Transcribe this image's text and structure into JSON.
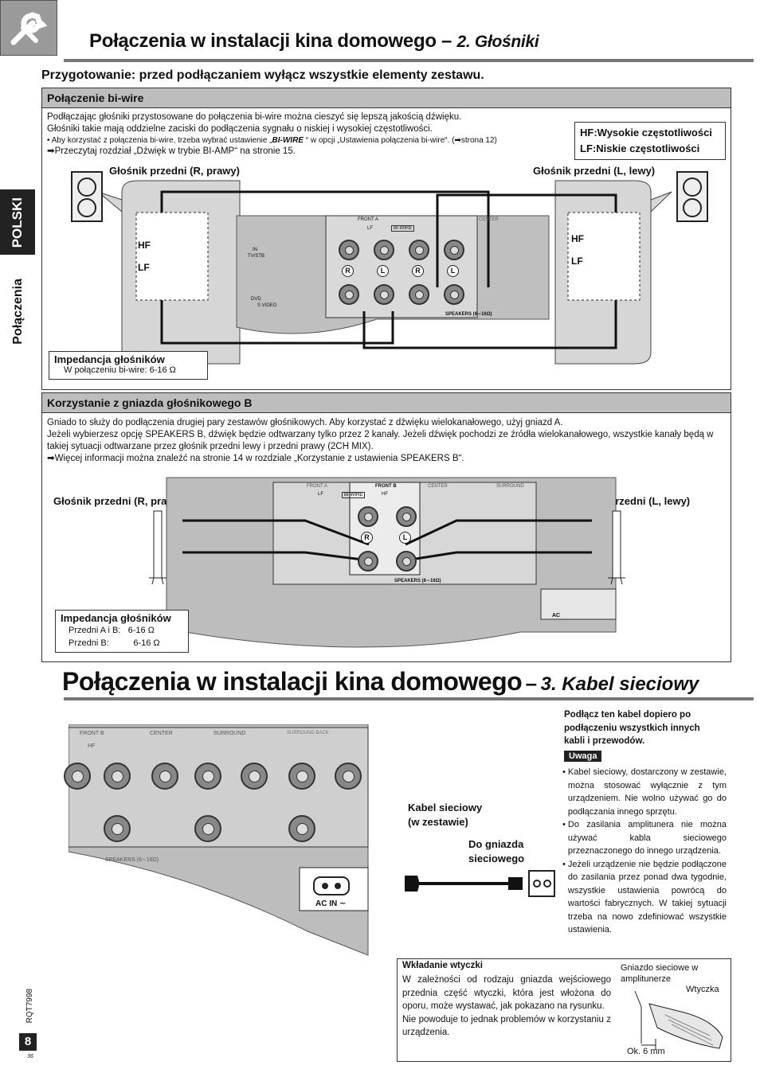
{
  "header": {
    "title_main": "Połączenia w instalacji kina domowego –",
    "title_sub": "2. Głośniki",
    "preparation": "Przygotowanie: przed podłączaniem wyłącz wszystkie elementy zestawu."
  },
  "sidebar": {
    "language": "POLSKI",
    "section": "Połączenia"
  },
  "biwire": {
    "heading": "Połączenie bi-wire",
    "p1": "Podłączając głośniki przystosowane do połączenia bi-wire można cieszyć się lepszą jakością dźwięku.",
    "p2": "Głośniki takie mają oddzielne zaciski do podłączenia sygnału o niskiej i wysokiej częstotliwości.",
    "p3_a": "• Aby korzystać z połączenia bi-wire, trzeba wybrać ustawienie „",
    "p3_em": "BI-WIRE",
    "p3_b": " “ w opcji „Ustawienia połączenia bi-wire“. (➡strona 12)",
    "p4": "➡Przeczytaj rozdział „Dźwięk w trybie BI-AMP“ na stronie 15.",
    "legend_hf": "HF:Wysokie częstotliwości",
    "legend_lf": "LF:Niskie częstotliwości",
    "speaker_right": "Głośnik przedni (R, prawy)",
    "speaker_left": "Głośnik przedni (L, lewy)",
    "hf": "HF",
    "lf": "LF",
    "imp_title": "Impedancja głośników",
    "imp_line": "W połączeniu bi-wire:  6-16 Ω",
    "panel_front_a": "FRONT A",
    "panel_lf": "LF",
    "panel_biwire": "BI-WIRE",
    "panel_center": "CENTER",
    "panel_speakers": "SPEAKERS (6∼16Ω)",
    "panel_in": "IN",
    "panel_tvstb": "TV/STB",
    "panel_dvd": "DVD",
    "panel_svideo": "S VIDEO",
    "r": "R",
    "l": "L"
  },
  "speakersb": {
    "heading": "Korzystanie z gniazda głośnikowego B",
    "p1": "Gniado to służy do podłączenia drugiej pary zestawów głośnikowych. Aby korzystać z dźwięku wielokanałowego, użyj gniazd A.",
    "p2": "Jeżeli wybierzesz opcję SPEAKERS B, dźwięk będzie odtwarzany tylko przez 2 kanały. Jeżeli dźwięk pochodzi ze źródła wielokanałowego, wszystkie kanały będą w takiej sytuacji odtwarzane przez głośnik przedni lewy i przedni prawy (2CH MIX).",
    "p3": "➡Więcej informacji można znaleźć na stronie 14 w rozdziale „Korzystanie z ustawienia SPEAKERS B“.",
    "speaker_right": "Głośnik przedni (R, prawy)",
    "speaker_left": "Głośnik przedni (L, lewy)",
    "imp_title": "Impedancja głośników",
    "imp_a_label": "Przedni A i B:",
    "imp_a_val": "6-16 Ω",
    "imp_b_label": "Przedni B:",
    "imp_b_val": "6-16 Ω",
    "panel_front_a": "FRONT A",
    "panel_front_b": "FRONT B",
    "panel_center": "CENTER",
    "panel_surround": "SURROUND",
    "panel_biwire": "BI-WIRE",
    "panel_lf": "LF",
    "panel_hf": "HF",
    "panel_speakers": "SPEAKERS (6∼16Ω)",
    "panel_ac": "AC"
  },
  "power": {
    "title_main": "Połączenia w instalacji kina domowego",
    "title_dash": "–",
    "title_sub": "3. Kabel sieciowy",
    "panel_front_b": "FRONT B",
    "panel_center": "CENTER",
    "panel_surround": "SURROUND",
    "panel_surround_back": "SURROUND BACK",
    "panel_hf": "HF",
    "panel_speakers": "SPEAKERS (6∼16Ω)",
    "ac_in": "AC IN ∼",
    "cable_label_1": "Kabel sieciowy",
    "cable_label_2": "(w zestawie)",
    "outlet_label_1": "Do gniazda",
    "outlet_label_2": "sieciowego",
    "note_bold": "Podłącz ten kabel dopiero po podłączeniu wszystkich innych kabli i przewodów.",
    "uwaga": "Uwaga",
    "bullets": [
      "Kabel sieciowy, dostarczony w zestawie, można stosować wyłącznie z tym urządzeniem. Nie wolno używać go do podłączania innego sprzętu.",
      "Do zasilania amplitunera nie można używać kabla sieciowego przeznaczonego do innego urządzenia.",
      "Jeżeli urządzenie nie będzie podłączone do zasilania przez ponad dwa tygodnie, wszystkie ustawienia powrócą do wartości fabrycznych. W takiej sytuacji trzeba na nowo zdefiniować wszystkie ustawienia."
    ],
    "plug_title": "Wkładanie wtyczki",
    "plug_text_1": "W zależności od rodzaju gniazda wejściowego przednia część wtyczki, która jest włożona do oporu, może wystawać, jak pokazano na rysunku.",
    "plug_text_2": "Nie powoduje to jednak problemów w korzystaniu z urządzenia.",
    "plug_socket_1": "Gniazdo sieciowe w",
    "plug_socket_2": "amplitunerze",
    "plug_plug": "Wtyczka",
    "plug_gap": "Ok. 6 mm"
  },
  "footer": {
    "doc_code": "RQT7998",
    "page": "8",
    "page_small": "36"
  }
}
